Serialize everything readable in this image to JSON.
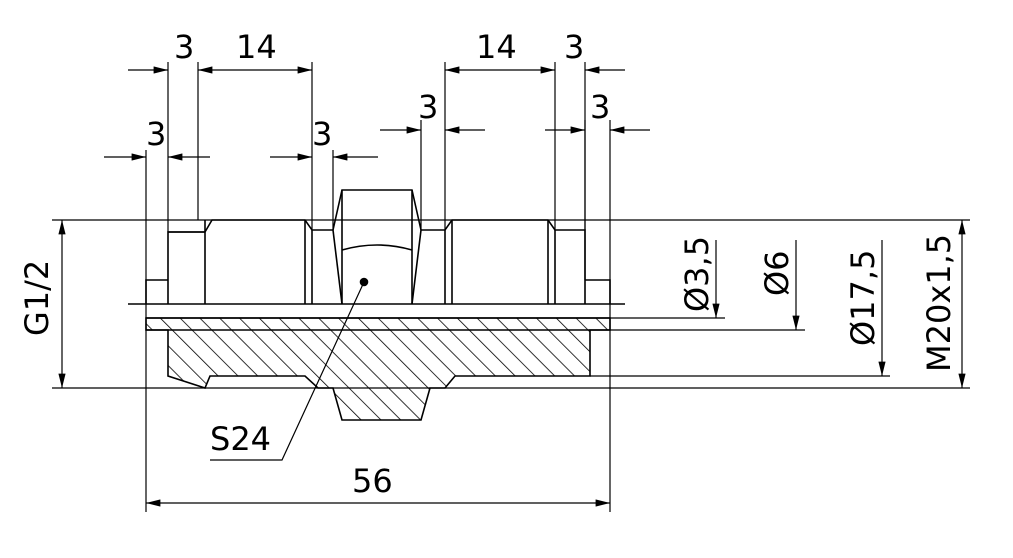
{
  "drawing": {
    "dims": {
      "top_left_3": "3",
      "top_left_14": "14",
      "top_right_14": "14",
      "top_right_3": "3",
      "mid_center_3": "3",
      "mid_right_3": "3",
      "low_left_3": "3",
      "low_left_3b": "3",
      "thread_left": "G1/2",
      "diam_bore": "Ø3,5",
      "diam_6": "Ø6",
      "diam_17_5": "Ø17,5",
      "thread_right": "M20x1,5",
      "wrench": "S24",
      "overall": "56"
    },
    "colors": {
      "line": "#000000",
      "background": "#ffffff"
    }
  }
}
